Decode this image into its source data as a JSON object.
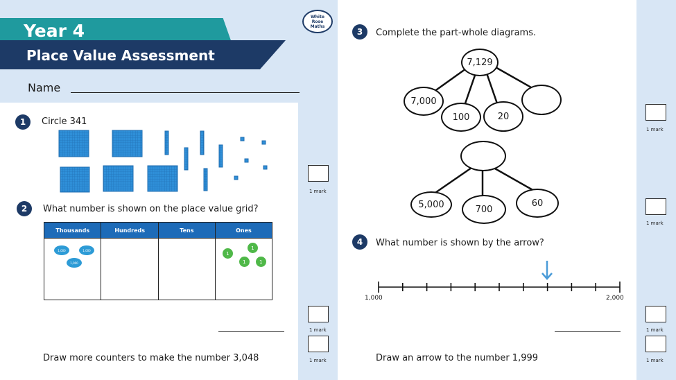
{
  "header": {
    "year": "Year 4",
    "subtitle": "Place Value Assessment",
    "logo_line1": "White",
    "logo_line2": "Rose",
    "logo_line3": "Maths"
  },
  "name_label": "Name",
  "q1": {
    "number": "1",
    "text": "Circle 341"
  },
  "q2": {
    "number": "2",
    "text": "What number is shown on the place value grid?",
    "columns": [
      "Thousands",
      "Hundreds",
      "Tens",
      "Ones"
    ],
    "thousand_counter": "1,000",
    "one_counter": "1",
    "follow_up": "Draw more counters to make the number 3,048"
  },
  "q3": {
    "number": "3",
    "text": "Complete the part-whole diagrams.",
    "diagram1": {
      "whole": "7,129",
      "parts": [
        "7,000",
        "100",
        "20",
        ""
      ]
    },
    "diagram2": {
      "whole": "",
      "parts": [
        "5,000",
        "700",
        "60"
      ]
    }
  },
  "q4": {
    "number": "4",
    "text": "What number is shown by the arrow?",
    "start_label": "1,000",
    "end_label": "2,000",
    "follow_up": "Draw an arrow to the number 1,999"
  },
  "mark_label": "1 mark",
  "colors": {
    "navy": "#1d3a66",
    "teal": "#1f9a9e",
    "grid_header": "#1d6bb8",
    "panel": "#d8e6f5",
    "counter_blue": "#2d9bd6",
    "counter_green": "#4fb848",
    "arrow": "#4a9bd8"
  }
}
